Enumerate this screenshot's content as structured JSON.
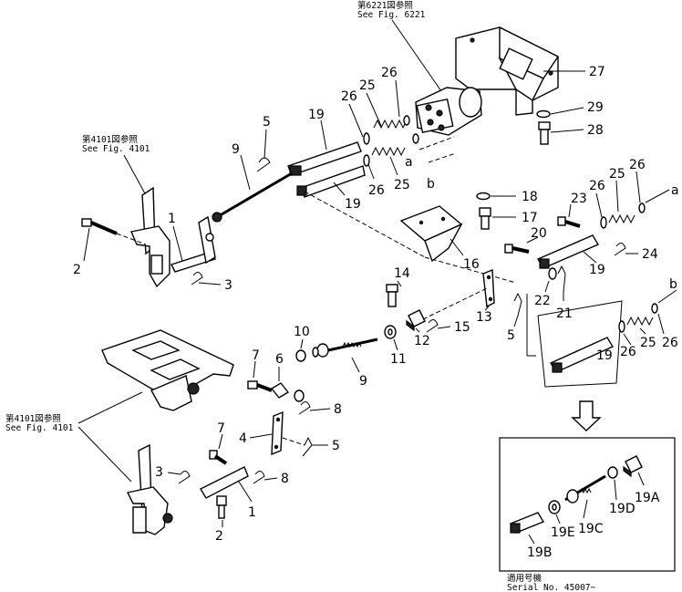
{
  "notes": {
    "fig6221_jp": "第6221図参照",
    "fig6221_en": "See Fig. 6221",
    "fig4101a_jp": "第4101図参照",
    "fig4101a_en": "See Fig. 4101",
    "fig4101b_jp": "第4101図参照",
    "fig4101b_en": "See Fig. 4101",
    "serial_jp": "適用号機",
    "serial_en": "Serial No. 45007~"
  },
  "callouts": {
    "c1a": "1",
    "c1b": "1",
    "c2a": "2",
    "c2b": "2",
    "c3a": "3",
    "c3b": "3",
    "c4": "4",
    "c5a": "5",
    "c5b": "5",
    "c5c": "5",
    "c6": "6",
    "c7a": "7",
    "c7b": "7",
    "c8a": "8",
    "c8b": "8",
    "c9a": "9",
    "c9b": "9",
    "c10": "10",
    "c11": "11",
    "c12": "12",
    "c13": "13",
    "c14": "14",
    "c15": "15",
    "c16": "16",
    "c17": "17",
    "c18": "18",
    "c19a": "19",
    "c19b": "19",
    "c19c": "19",
    "c19d": "19",
    "c20": "20",
    "c21": "21",
    "c22": "22",
    "c23": "23",
    "c24": "24",
    "c25a": "25",
    "c25b": "25",
    "c25c": "25",
    "c25d": "25",
    "c26a": "26",
    "c26b": "26",
    "c26c": "26",
    "c26d": "26",
    "c26e": "26",
    "c26f": "26",
    "c27": "27",
    "c28": "28",
    "c29": "29",
    "ca1": "a",
    "ca2": "a",
    "cb1": "b",
    "cb2": "b",
    "c19A": "19A",
    "c19B": "19B",
    "c19C": "19C",
    "c19D": "19D",
    "c19E": "19E"
  }
}
